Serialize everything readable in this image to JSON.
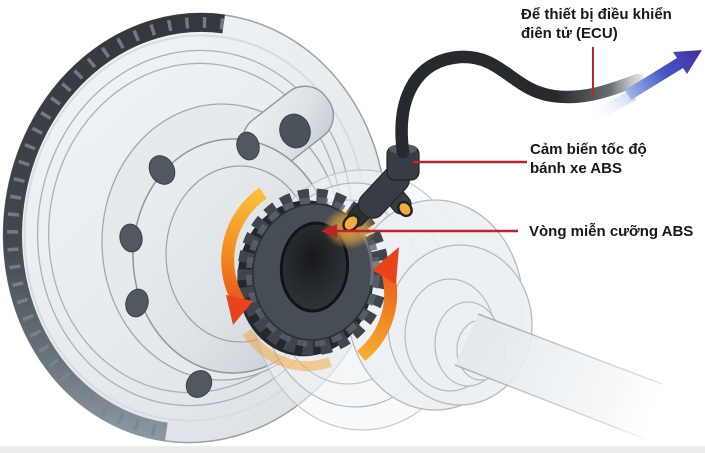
{
  "labels": {
    "ecu": {
      "line1": "Để thiết bị điều khiển",
      "line2": "điên tử (ECU)"
    },
    "sensor": {
      "line1": "Cảm biến tốc độ",
      "line2": "bánh xe ABS"
    },
    "ring": {
      "line1": "Vòng miễn cưỡng ABS"
    }
  },
  "icons": {
    "ecu_direction_arrow": "arrow pointing up-right (blue-purple gradient)",
    "rotation_arrow_left": "curved orange arrow pointing down",
    "rotation_arrow_right": "curved orange arrow pointing up",
    "callout_pointer": "small red arrowhead pointing left"
  },
  "colors": {
    "background": "#ffffff",
    "footer_strip": "#ebedee",
    "callout_red": "#c0222a",
    "label_text": "#17181a",
    "metal_light": "#e9edf0",
    "metal_mid": "#c9d0d6",
    "disc_edge_dark": "#3a3f45",
    "disc_edge_blue": "#8a96a0",
    "tone_ring_dark": "#474d54",
    "sensor_black": "#33383d",
    "sensor_tip_orange": "#f2a93d",
    "rotation_orange": "#f6b233",
    "rotation_red": "#e8431b",
    "ecu_arrow_blue": "#4455c4",
    "ecu_arrow_purple": "#42309b"
  }
}
